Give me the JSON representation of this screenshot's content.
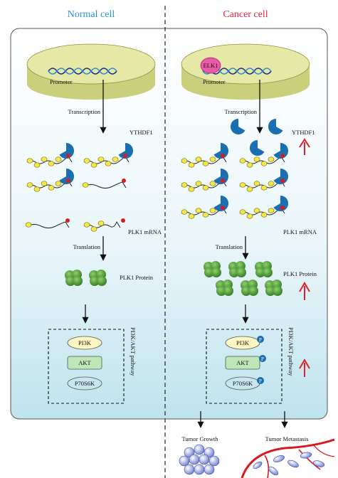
{
  "headers": {
    "normal": "Normal cell",
    "cancer": "Cancer cell"
  },
  "colors": {
    "normal_header": "#2a8fd0",
    "cancer_header": "#e0243c",
    "arrow_up": "#e0202a",
    "ythdf1": "#1a6fb0",
    "protein": "#3a8a2a",
    "nucleus": "#e6e9a6",
    "rna_bead": "#f2e84a"
  },
  "labels": {
    "promoter": "Promoter",
    "transcription": "Transcription",
    "ythdf1": "YTHDF1",
    "plk1_mrna": "PLK1 mRNA",
    "translation": "Translation",
    "plk1_protein": "PLK1 Protein",
    "pi3k": "PI3K",
    "akt": "AKT",
    "p70s6k": "P70S6K",
    "pathway": "PI3K/AKT pathway",
    "elk1": "ELK1",
    "phospho": "P",
    "tumor_growth": "Tumor Growth",
    "tumor_metastasis": "Tumor Metastasis"
  }
}
